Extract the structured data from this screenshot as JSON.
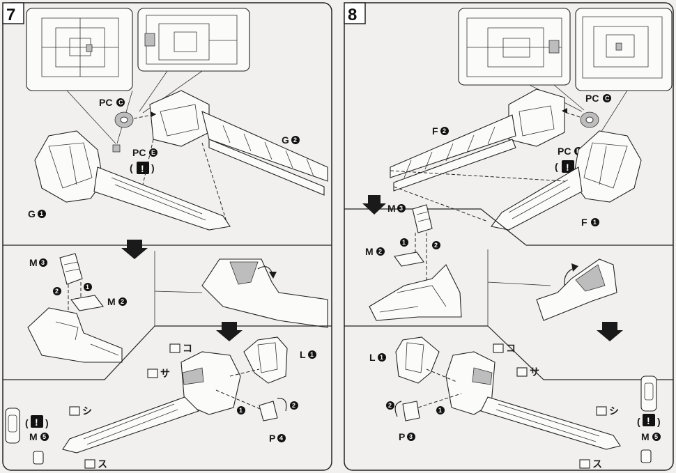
{
  "steps": [
    {
      "number": "7",
      "labels": {
        "pc_c": "PC",
        "pc_c_badge": "C",
        "pc_e": "PC",
        "pc_e_badge": "E",
        "g1": "G",
        "g1_badge": "1",
        "g2": "G",
        "g2_badge": "2",
        "m3": "M",
        "m3_badge": "3",
        "m2": "M",
        "m2_badge": "2",
        "l1": "L",
        "l1_badge": "1",
        "p4": "P",
        "p4_badge": "4",
        "m5": "M",
        "m5_badge": "5",
        "seq1": "1",
        "seq2": "2",
        "seq1b": "1",
        "seq2b": "2",
        "warn": "!",
        "warn2": "!",
        "sticker_ko": "コ",
        "sticker_sa": "サ",
        "sticker_shi": "シ",
        "sticker_su": "ス"
      }
    },
    {
      "number": "8",
      "labels": {
        "pc_c": "PC",
        "pc_c_badge": "C",
        "pc_e": "PC",
        "pc_e_badge": "E",
        "f1": "F",
        "f1_badge": "1",
        "f2": "F",
        "f2_badge": "2",
        "m3": "M",
        "m3_badge": "3",
        "m2": "M",
        "m2_badge": "2",
        "l1": "L",
        "l1_badge": "1",
        "p3": "P",
        "p3_badge": "3",
        "m5": "M",
        "m5_badge": "5",
        "seq1": "1",
        "seq2": "2",
        "seq1b": "1",
        "seq2b": "2",
        "warn": "!",
        "warn2": "!",
        "sticker_ko": "コ",
        "sticker_sa": "サ",
        "sticker_shi": "シ",
        "sticker_su": "ス"
      }
    }
  ]
}
